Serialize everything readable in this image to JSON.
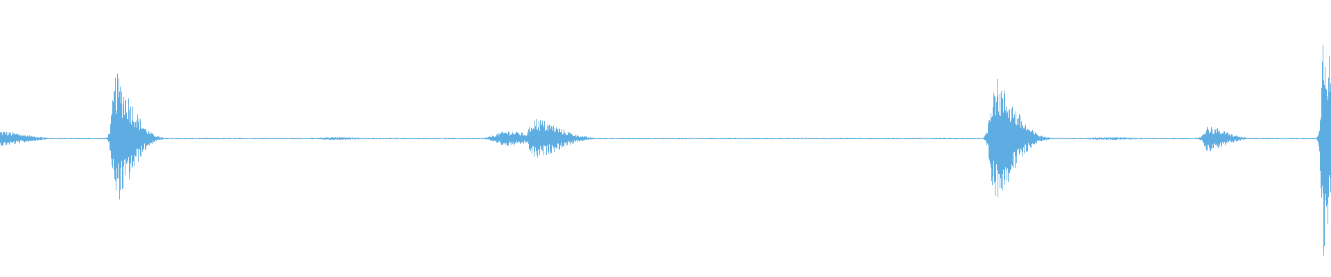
{
  "waveform": {
    "color": "#5dade2",
    "baseline_amplitude": 0.006,
    "peak_scale": 0.5,
    "bursts": [
      {
        "time": 0.0,
        "amplitude": 0.06,
        "spread": 0.004,
        "tail": 0.014
      },
      {
        "time": 0.087,
        "amplitude": 0.5,
        "spread": 0.0025,
        "tail": 0.01
      },
      {
        "time": 0.25,
        "amplitude": 0.012,
        "spread": 0.01,
        "tail": 0.01
      },
      {
        "time": 0.381,
        "amplitude": 0.06,
        "spread": 0.008,
        "tail": 0.01
      },
      {
        "time": 0.402,
        "amplitude": 0.16,
        "spread": 0.004,
        "tail": 0.014
      },
      {
        "time": 0.747,
        "amplitude": 0.48,
        "spread": 0.0028,
        "tail": 0.012
      },
      {
        "time": 0.83,
        "amplitude": 0.012,
        "spread": 0.012,
        "tail": 0.012
      },
      {
        "time": 0.908,
        "amplitude": 0.1,
        "spread": 0.003,
        "tail": 0.01
      },
      {
        "time": 0.995,
        "amplitude": 0.93,
        "spread": 0.0018,
        "tail": 0.004
      }
    ]
  }
}
